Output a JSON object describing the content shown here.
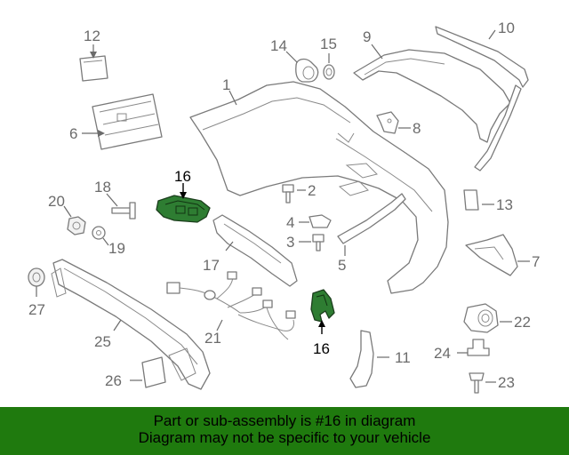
{
  "labels": {
    "p1": "1",
    "p2": "2",
    "p3": "3",
    "p4": "4",
    "p5": "5",
    "p6": "6",
    "p7": "7",
    "p8": "8",
    "p9": "9",
    "p10": "10",
    "p11": "11",
    "p12": "12",
    "p13": "13",
    "p14": "14",
    "p15": "15",
    "p16a": "16",
    "p16b": "16",
    "p17": "17",
    "p18": "18",
    "p19": "19",
    "p20": "20",
    "p21": "21",
    "p22": "22",
    "p23": "23",
    "p24": "24",
    "p25": "25",
    "p26": "26",
    "p27": "27"
  },
  "banner": {
    "line1": "Part or sub-assembly is #16 in diagram",
    "line2": "Diagram may not be specific to your vehicle"
  },
  "colors": {
    "highlight": "#2e7d32",
    "banner": "#1f7a0e"
  }
}
